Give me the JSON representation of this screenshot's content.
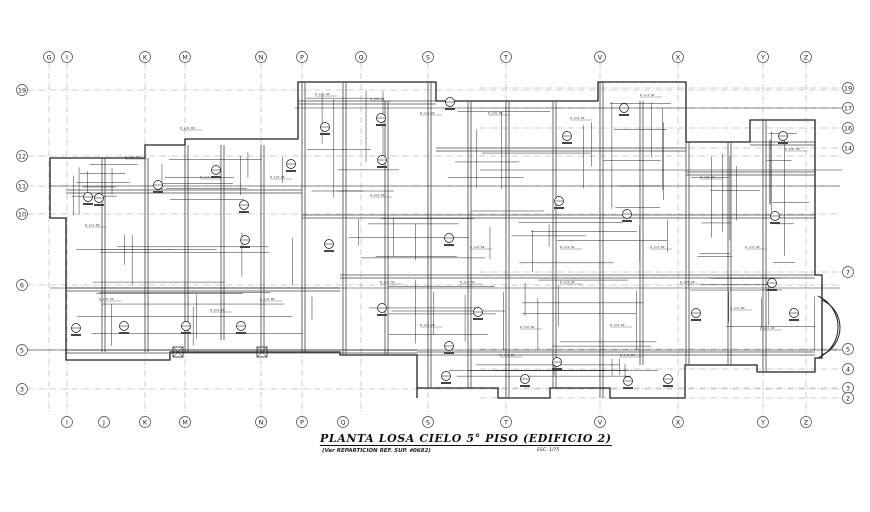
{
  "drawing": {
    "title": "PLANTA LOSA CIELO 5° PISO (EDIFICIO 2)",
    "subtitle": "(Ver REPARTICION REF. SUP. #0682)",
    "scale": "ESC. 1/75"
  },
  "grid_columns": {
    "top": [
      "G",
      "I",
      "K",
      "M",
      "N",
      "P",
      "Q",
      "S",
      "T",
      "V",
      "X",
      "Y",
      "Z"
    ],
    "bottom": [
      "I",
      "J",
      "K",
      "M",
      "N",
      "P",
      "Q",
      "S",
      "T",
      "V",
      "X",
      "Y",
      "Z"
    ]
  },
  "grid_rows": {
    "left": [
      "19",
      "12",
      "11",
      "10",
      "6",
      "5",
      "3"
    ],
    "right": [
      "19",
      "17",
      "16",
      "14",
      "7",
      "5",
      "4",
      "3",
      "2"
    ]
  },
  "annotations": [
    "8 L=6.00",
    "8 L=4.50",
    "8 L=3.60",
    "8 L=2.40",
    "8 L=5.20",
    "8 L=4.20"
  ]
}
